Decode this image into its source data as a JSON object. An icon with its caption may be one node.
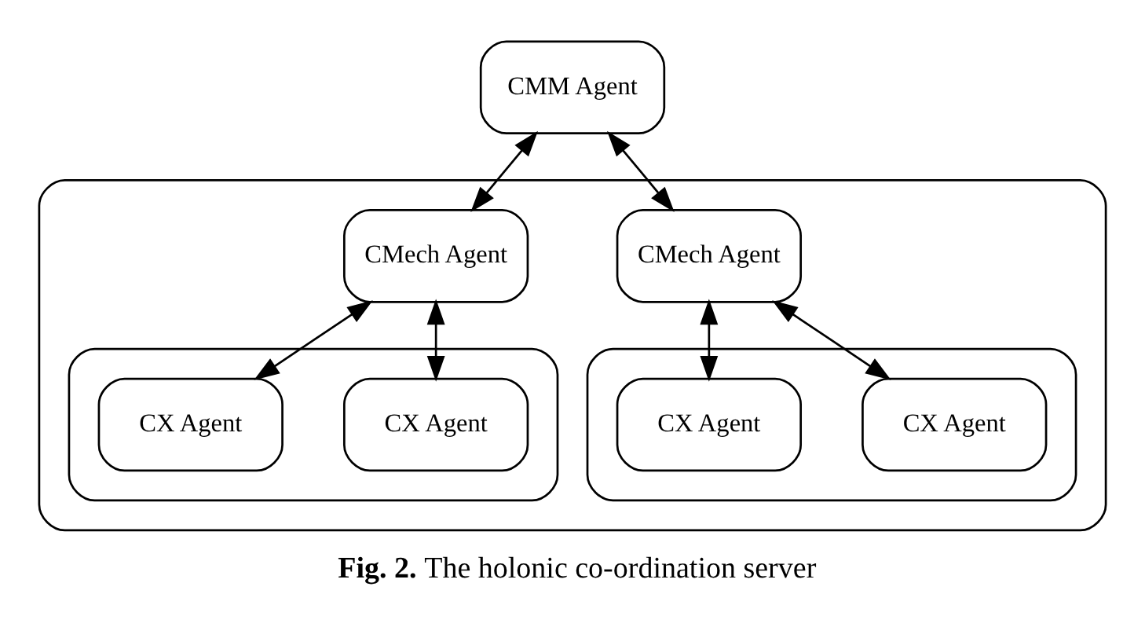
{
  "diagram": {
    "caption": "**Fig. 2.** The holonic co-ordination server",
    "nodes": [
      {
        "text": [],
        "shape": "box"
      },
      {
        "text": [
          "CMM Agent"
        ]
      },
      {
        "text": [],
        "shape": "box",
        "in": 0
      },
      {
        "text": [
          "CMech Agent"
        ],
        "in": 0
      },
      {
        "text": [
          "CX Agent"
        ],
        "in": 2
      },
      {
        "text": [
          "CX Agent"
        ],
        "in": 2
      },
      {
        "text": [],
        "shape": "box",
        "in": 0
      },
      {
        "text": [
          "CMech Agent"
        ],
        "in": 0
      },
      {
        "text": [
          "CX Agent"
        ],
        "in": 6
      },
      {
        "text": [
          "CX Agent"
        ],
        "in": 6
      }
    ],
    "edges": [
      {
        "from": 1,
        "to": 3,
        "arrow": "both"
      },
      {
        "from": 1,
        "to": 7,
        "arrow": "both"
      },
      {
        "from": 3,
        "to": 4,
        "arrow": "both"
      },
      {
        "from": 3,
        "to": 5,
        "arrow": "both"
      },
      {
        "from": 7,
        "to": 8,
        "arrow": "both"
      },
      {
        "from": 7,
        "to": 9,
        "arrow": "both"
      }
    ]
  }
}
